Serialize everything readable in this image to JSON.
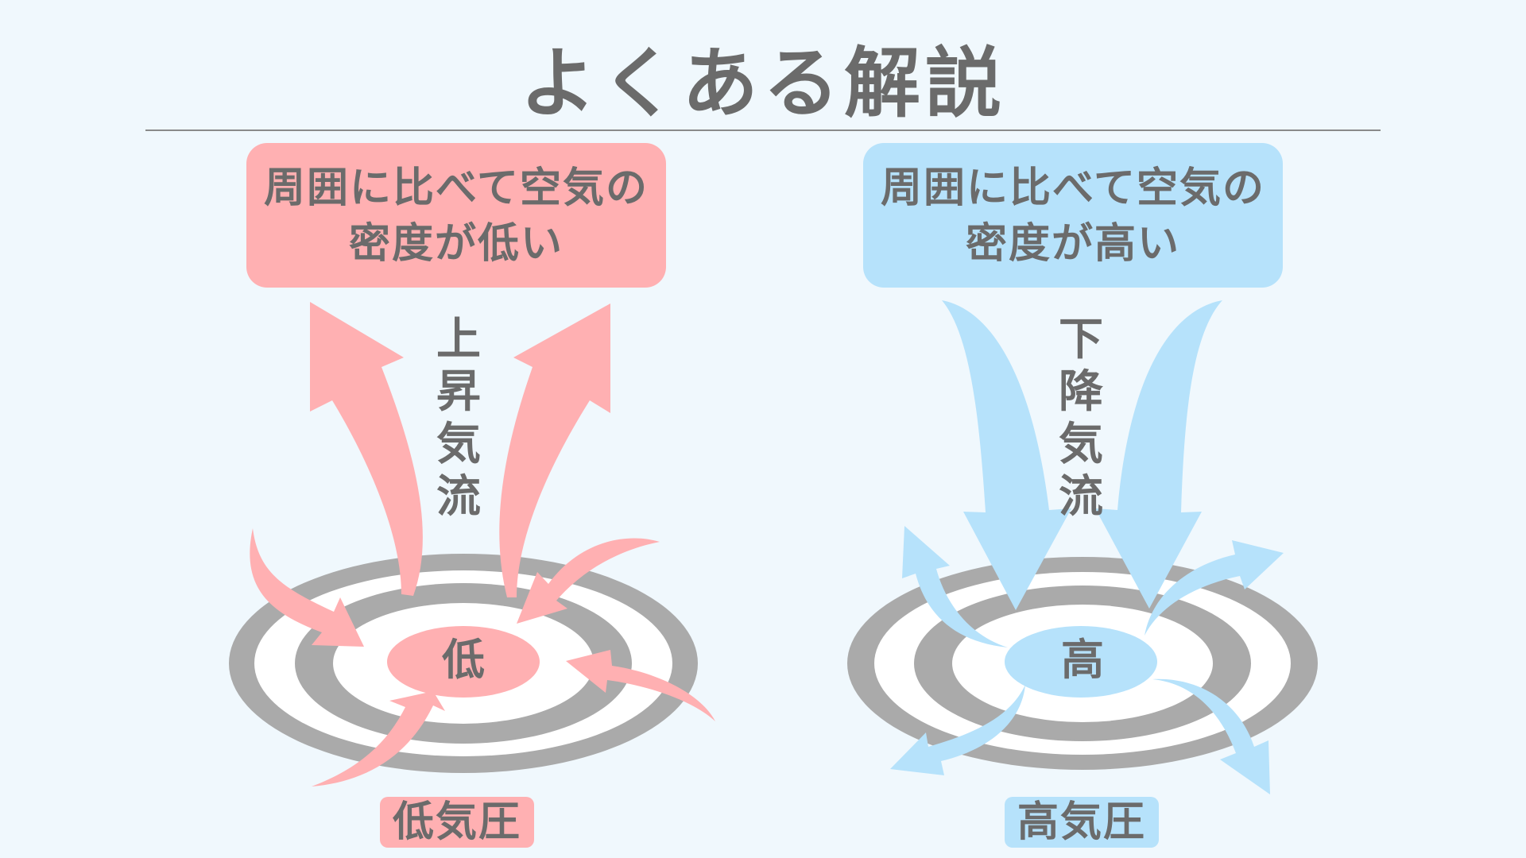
{
  "title": "よくある解説",
  "colors": {
    "background": "#f0f8fd",
    "low_accent": "#ffb0b2",
    "high_accent": "#b6e2fb",
    "ring_gray": "#aaaaaa",
    "text_gray": "#6b6b6b"
  },
  "low_pressure": {
    "callout_line1": "周囲に比べて空気の",
    "callout_line2": "密度が低い",
    "flow_chars": [
      "上",
      "昇",
      "気",
      "流"
    ],
    "center": "低",
    "label": "低気圧"
  },
  "high_pressure": {
    "callout_line1": "周囲に比べて空気の",
    "callout_line2": "密度が高い",
    "flow_chars": [
      "下",
      "降",
      "気",
      "流"
    ],
    "center": "高",
    "label": "高気圧"
  }
}
